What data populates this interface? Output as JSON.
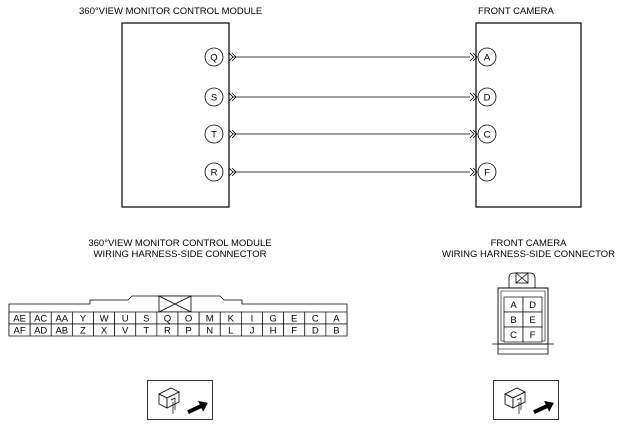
{
  "diagram": {
    "module_title": "360°VIEW MONITOR CONTROL MODULE",
    "camera_title": "FRONT CAMERA",
    "wires": [
      {
        "from": "Q",
        "to": "A"
      },
      {
        "from": "S",
        "to": "D"
      },
      {
        "from": "T",
        "to": "C"
      },
      {
        "from": "R",
        "to": "F"
      }
    ]
  },
  "connectors": {
    "module": {
      "line1": "360°VIEW MONITOR CONTROL MODULE",
      "line2": "WIRING HARNESS-SIDE CONNECTOR",
      "top_row": [
        "AE",
        "AC",
        "AA",
        "Y",
        "W",
        "U",
        "S",
        "Q",
        "O",
        "M",
        "K",
        "I",
        "G",
        "E",
        "C",
        "A"
      ],
      "bottom_row": [
        "AF",
        "AD",
        "AB",
        "Z",
        "X",
        "V",
        "T",
        "R",
        "P",
        "N",
        "L",
        "J",
        "H",
        "F",
        "D",
        "B"
      ]
    },
    "camera": {
      "line1": "FRONT CAMERA",
      "line2": "WIRING HARNESS-SIDE CONNECTOR",
      "rows": [
        [
          "A",
          "D"
        ],
        [
          "B",
          "E"
        ],
        [
          "C",
          "F"
        ]
      ]
    }
  },
  "icons": {
    "left": "harness-side-view-icon",
    "right": "harness-side-view-icon"
  }
}
